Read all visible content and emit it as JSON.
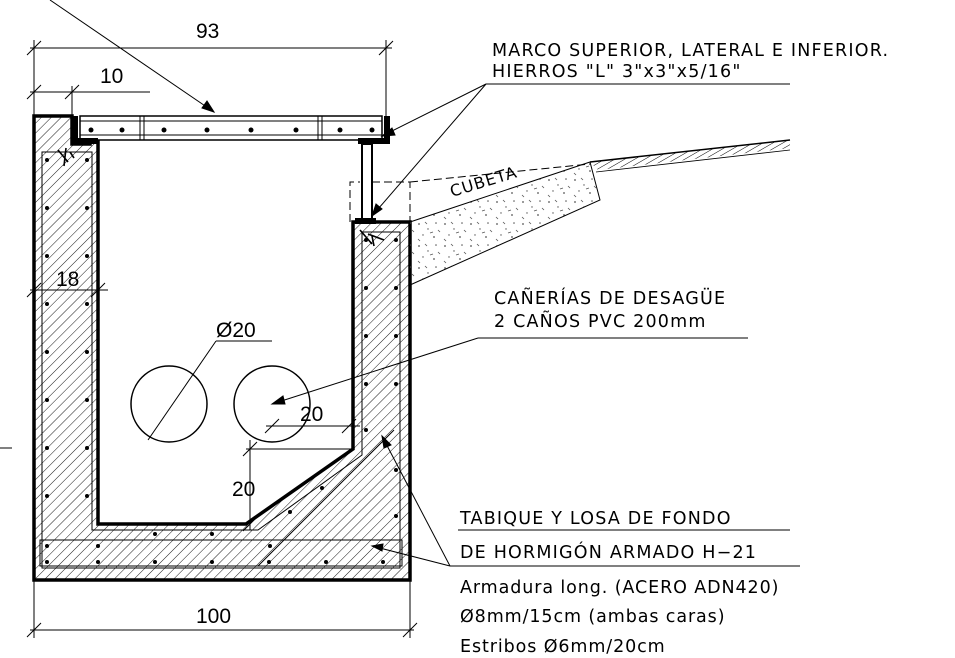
{
  "dimensions": {
    "total_top_width": "93",
    "frame_width": "10",
    "wall_thickness": "18",
    "pipe_diameter": "Ø20",
    "chamfer_horizontal": "20",
    "chamfer_vertical": "20",
    "total_bottom_width": "100"
  },
  "labels": {
    "frame_note_line1": "MARCO SUPERIOR, LATERAL E INFERIOR.",
    "frame_note_line2": "HIERROS \"L\" 3\"x3\"x5/16\"",
    "cubeta": "CUBETA",
    "pipes_line1": "CAÑERÍAS DE DESAGÜE",
    "pipes_line2": "2 CAÑOS PVC 200mm",
    "wall_line1": "TABIQUE Y LOSA DE FONDO",
    "wall_line2": "DE HORMIGÓN ARMADO H−21",
    "rebar_line1": "Armadura long. (ACERO ADN420)",
    "rebar_line2": "Ø8mm/15cm (ambas caras)",
    "rebar_line3": "Estribos Ø6mm/20cm"
  }
}
